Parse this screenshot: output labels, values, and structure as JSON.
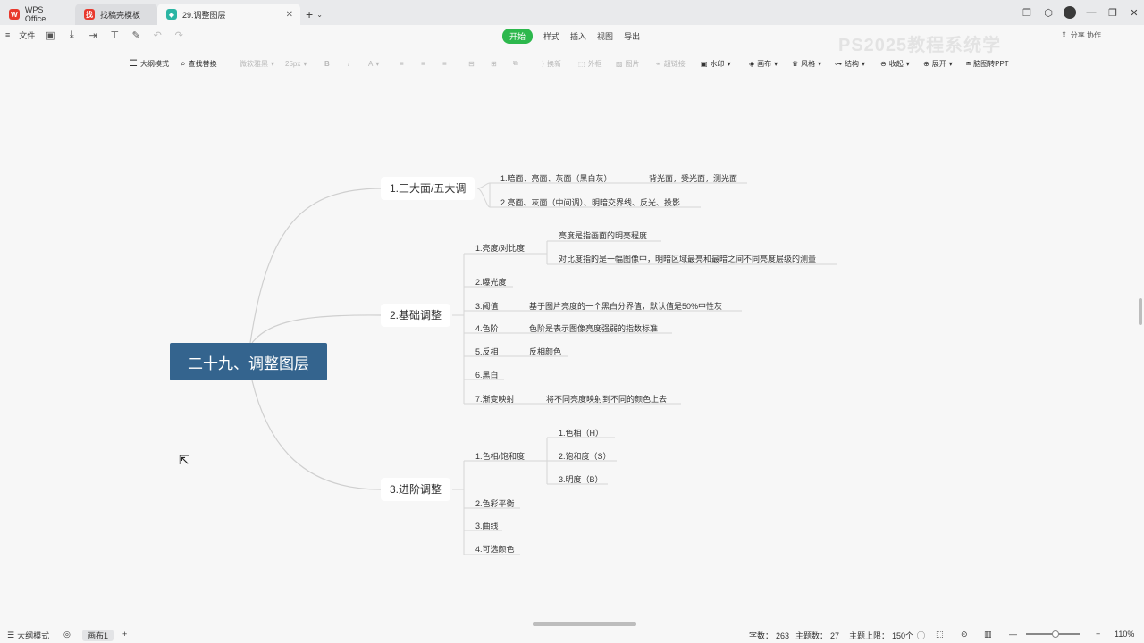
{
  "tabs": [
    {
      "label": "WPS Office",
      "logo_color": "#e8392d"
    },
    {
      "label": "找稿壳模板",
      "logo_color": "#e8392d"
    },
    {
      "label": "29.调整图层",
      "logo_color": "#2bb5a3"
    }
  ],
  "menu": {
    "file": "文件",
    "tabs": [
      "开始",
      "样式",
      "插入",
      "视图",
      "导出"
    ],
    "share": "分享 协作"
  },
  "watermark": "PS2025教程系统学",
  "toolbar": {
    "outline_mode": "大纲模式",
    "find_replace": "查找替换",
    "font_name": "微软雅黑",
    "font_size": "25px",
    "bold": "B",
    "italic": "I",
    "font_color": "A",
    "wrap": "换新",
    "border": "外框",
    "image": "图片",
    "hyperlink": "超链接",
    "watermark": "水印",
    "canvas": "画布",
    "style": "风格",
    "structure": "结构",
    "collapse": "收起",
    "expand": "展开",
    "to_ppt": "脑图转PPT"
  },
  "mindmap": {
    "root": "二十九、调整图层",
    "branches": [
      {
        "label": "1.三大面/五大调",
        "children": [
          {
            "label": "1.暗面、亮面、灰面（黑白灰）",
            "note": "背光面，受光面，测光面"
          },
          {
            "label": "2.亮面、灰面（中间调）、明暗交界线、反光、投影"
          }
        ]
      },
      {
        "label": "2.基础调整",
        "children": [
          {
            "label": "1.亮度/对比度",
            "notes": [
              "亮度是指画面的明亮程度",
              "对比度指的是一幅图像中，明暗区域最亮和最暗之间不同亮度层级的测量"
            ]
          },
          {
            "label": "2.曝光度"
          },
          {
            "label": "3.阈值",
            "note": "基于图片亮度的一个黑白分界值，默认值是50%中性灰"
          },
          {
            "label": "4.色阶",
            "note": "色阶是表示图像亮度强弱的指数标准"
          },
          {
            "label": "5.反相",
            "note": "反相颜色"
          },
          {
            "label": "6.黑白"
          },
          {
            "label": "7.渐变映射",
            "note": "将不同亮度映射到不同的颜色上去"
          }
        ]
      },
      {
        "label": "3.进阶调整",
        "children": [
          {
            "label": "1.色相/饱和度",
            "notes": [
              "1.色相（H）",
              "2.饱和度（S）",
              "3.明度（B）"
            ]
          },
          {
            "label": "2.色彩平衡"
          },
          {
            "label": "3.曲线"
          },
          {
            "label": "4.可选颜色"
          }
        ]
      }
    ]
  },
  "status": {
    "outline_mode": "大纲模式",
    "sheet": "画布1",
    "word_count_label": "字数：",
    "word_count": "263",
    "topic_count_label": "主题数：",
    "topic_count": "27",
    "topic_limit_label": "主题上限：",
    "topic_limit": "150个",
    "zoom": "110%",
    "zoom_fraction": 0.55
  },
  "colors": {
    "root_bg": "#34648e",
    "accent": "#2db84d",
    "line": "#cfcfcf"
  }
}
